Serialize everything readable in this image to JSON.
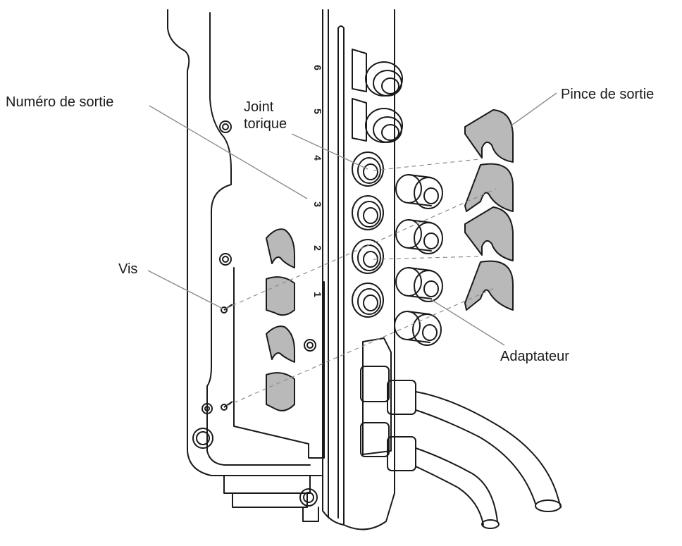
{
  "callouts": {
    "output_number": "Numéro de sortie",
    "o_ring_line1": "Joint",
    "o_ring_line2": "torique",
    "output_clamp": "Pince de sortie",
    "screw": "Vis",
    "adapter": "Adaptateur"
  },
  "port_numbers": [
    "6",
    "5",
    "4",
    "3",
    "2",
    "1"
  ],
  "colors": {
    "line": "#1a1a1a",
    "clip_fill": "#b9b9b9",
    "leader": "#8c8c8c"
  }
}
